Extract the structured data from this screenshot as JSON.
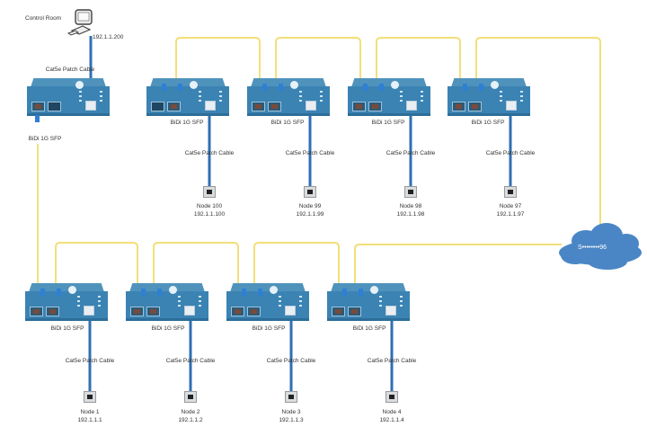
{
  "diagram": {
    "control_room": {
      "label": "Control Room",
      "ip": "192.1.1.200",
      "icon": "computer-icon"
    },
    "cloud": {
      "label": "S••••••••96",
      "icon": "cloud-icon"
    },
    "master_unit": {
      "uplink_label": "BiDi 1G SFP",
      "patch_label": "Cat5e Patch Cable"
    },
    "top_row": [
      {
        "sfp_label": "BiDi 1G SFP",
        "patch_label": "Cat5e Patch Cable",
        "node": "Node 100",
        "ip": "192.1.1.100"
      },
      {
        "sfp_label": "BiDi 1G SFP",
        "patch_label": "Cat5e Patch Cable",
        "node": "Node 99",
        "ip": "192.1.1.99"
      },
      {
        "sfp_label": "BiDi 1G SFP",
        "patch_label": "Cat5e Patch Cable",
        "node": "Node 98",
        "ip": "192.1.1.98"
      },
      {
        "sfp_label": "BiDi 1G SFP",
        "patch_label": "Cat5e Patch Cable",
        "node": "Node 97",
        "ip": "192.1.1.97"
      }
    ],
    "bottom_row": [
      {
        "sfp_label": "BiDi 1G SFP",
        "patch_label": "Cat5e Patch Cable",
        "node": "Node 1",
        "ip": "192.1.1.1"
      },
      {
        "sfp_label": "BiDi 1G SFP",
        "patch_label": "Cat5e Patch Cable",
        "node": "Node 2",
        "ip": "192.1.1.2"
      },
      {
        "sfp_label": "BiDi 1G SFP",
        "patch_label": "Cat5e Patch Cable",
        "node": "Node 3",
        "ip": "192.1.1.3"
      },
      {
        "sfp_label": "BiDi 1G SFP",
        "patch_label": "Cat5e Patch Cable",
        "node": "Node 4",
        "ip": "192.1.1.4"
      }
    ],
    "colors": {
      "fiber": "#f3df7a",
      "copper": "#2f6fb5",
      "device": "#3b83b3",
      "cloud": "#4a86c5"
    }
  }
}
